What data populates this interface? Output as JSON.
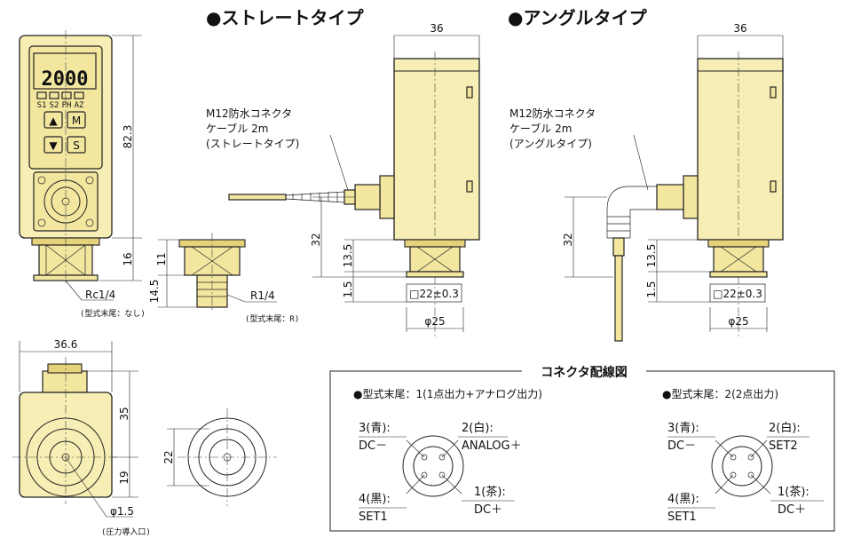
{
  "titles": {
    "straight": "●ストレートタイプ",
    "angle": "●アングルタイプ"
  },
  "front_view": {
    "display_value": "2000",
    "indicator_labels": [
      "S1",
      "S2",
      "PH",
      "AZ"
    ],
    "key_up": "▲",
    "key_m": "M",
    "key_down": "▼",
    "key_s": "S",
    "dim_height": "82.3",
    "dim_fitting": "16",
    "port_thread": "Rc1/4",
    "port_note": "(型式末尾：なし)"
  },
  "fitting_alt": {
    "dim_hex": "11",
    "dim_total": "14.5",
    "port_thread": "R1/4",
    "port_note": "(型式末尾：R)"
  },
  "straight_view": {
    "dim_width": "36",
    "cable_label": "M12防水コネクタ",
    "cable_length": "ケーブル 2m",
    "cable_type": "(ストレートタイプ)",
    "dim_connector": "32",
    "dim_hex": "13.5",
    "dim_thread": "1.5",
    "dim_square": "□22±0.3",
    "dim_diameter": "φ25"
  },
  "angle_view": {
    "dim_width": "36",
    "cable_label": "M12防水コネクタ",
    "cable_length": "ケーブル 2m",
    "cable_type": "(アングルタイプ)",
    "dim_connector": "32",
    "dim_hex": "13.5",
    "dim_thread": "1.5",
    "dim_square": "□22±0.3",
    "dim_diameter": "φ25"
  },
  "bottom_view": {
    "dim_width": "36.6",
    "dim_upper": "35",
    "dim_lower": "19",
    "port_diameter": "φ1.5",
    "port_note": "(圧力導入口)"
  },
  "port_view": {
    "dim_diameter": "22"
  },
  "wiring": {
    "title": "コネクタ配線図",
    "model1": {
      "title": "●型式末尾：1(1点出力+アナログ出力)",
      "pin3_num": "3(青):",
      "pin3_func": "DC－",
      "pin2_num": "2(白):",
      "pin2_func": "ANALOG＋",
      "pin4_num": "4(黒):",
      "pin4_func": "SET1",
      "pin1_num": "1(茶):",
      "pin1_func": "DC＋"
    },
    "model2": {
      "title": "●型式末尾：2(2点出力)",
      "pin3_num": "3(青):",
      "pin3_func": "DC－",
      "pin2_num": "2(白):",
      "pin2_func": "SET2",
      "pin4_num": "4(黒):",
      "pin4_func": "SET1",
      "pin1_num": "1(茶):",
      "pin1_func": "DC＋"
    }
  }
}
